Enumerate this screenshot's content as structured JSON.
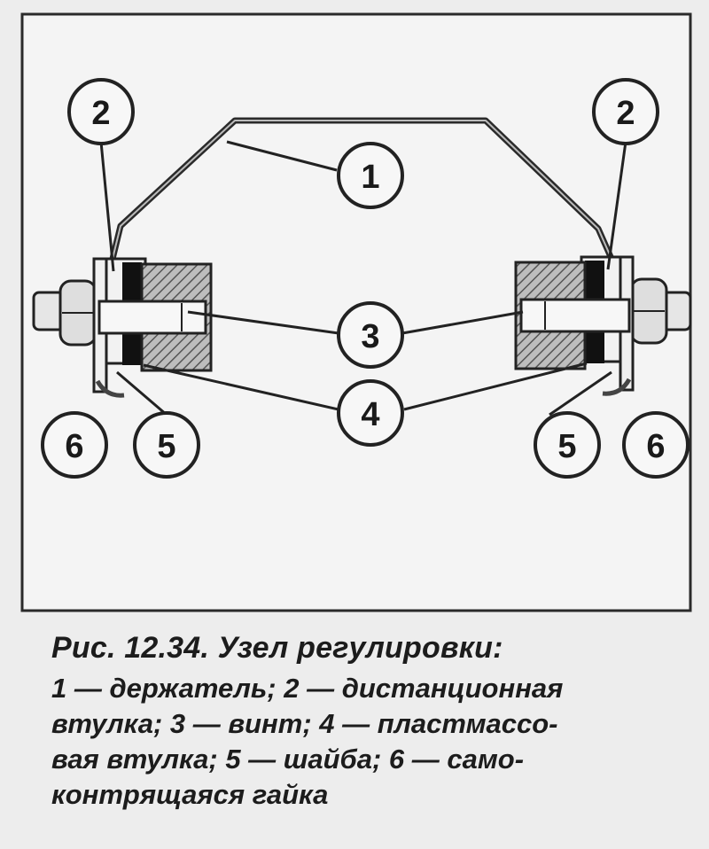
{
  "callouts": {
    "c1": "1",
    "c2_left": "2",
    "c2_right": "2",
    "c3": "3",
    "c4": "4",
    "c5_left": "5",
    "c5_right": "5",
    "c6_left": "6",
    "c6_right": "6"
  },
  "caption": {
    "title": "Рис. 12.34. Узел регулировки:",
    "lines": [
      "1 — держатель; 2 — дистанционная",
      "втулка; 3 — винт; 4 — пластмассо-",
      "вая втулка; 5 — шайба; 6 —  само-",
      "контрящаяся гайка"
    ]
  },
  "colors": {
    "background": "#ededed",
    "panel": "#f4f4f4",
    "ink": "#1a1a1a",
    "hatch": "#8a8a8a"
  }
}
